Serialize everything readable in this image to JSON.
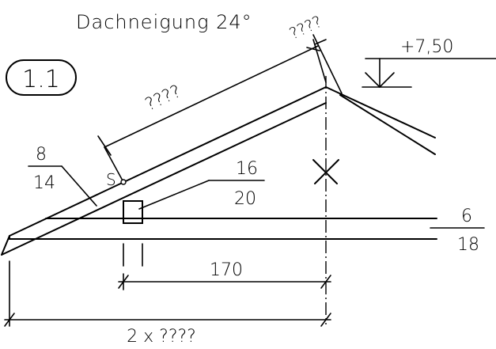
{
  "title": "Dachneigung 24°",
  "detail_id": "1.1",
  "elevation": "+7,50",
  "rafter_length": "????",
  "top_dimension": "????",
  "point_label": "S",
  "rafter_section": {
    "width": "8",
    "height": "14"
  },
  "post_section": {
    "width": "16",
    "height": "20"
  },
  "beam_section": {
    "width": "6",
    "height": "18"
  },
  "span_dimension": "170",
  "total_dimension": "2 x ????",
  "colors": {
    "line": "#000000",
    "background": "#ffffff"
  }
}
